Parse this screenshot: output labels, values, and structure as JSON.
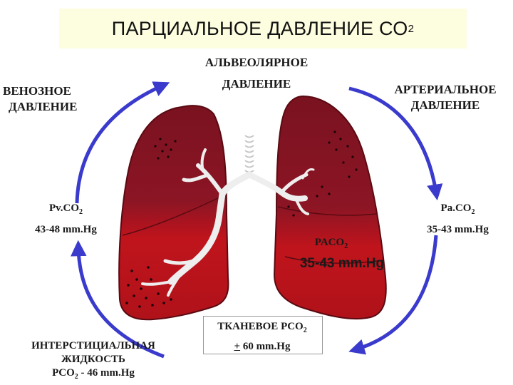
{
  "title": {
    "main": "ПАРЦИАЛЬНОЕ ДАВЛЕНИЕ СО",
    "sub": "2"
  },
  "labels": {
    "alveolar_line1": "АЛЬВЕОЛЯРНОЕ",
    "alveolar_line2": "ДАВЛЕНИЕ",
    "venous_line1": "ВЕНОЗНОЕ",
    "venous_line2": "ДАВЛЕНИЕ",
    "arterial_line1": "АРТЕРИАЛЬНОЕ",
    "arterial_line2": "ДАВЛЕНИЕ"
  },
  "values": {
    "venous_name": "Pv.CO",
    "venous_sub": "2",
    "venous_range": "43-48 mm.Hg",
    "arterial_name": "Pa.CO",
    "arterial_sub": "2",
    "arterial_range": "35-43 mm.Hg",
    "alveolar_name": "PACO",
    "alveolar_sub": "2",
    "alveolar_range": "35-43 mm.Hg",
    "tissue_line1": "ТКАНЕВОЕ PCO",
    "tissue_sub": "2",
    "tissue_plusminus": "+",
    "tissue_value": " 60 mm.Hg",
    "interstitial_line1": "ИНТЕРСТИЦИАЛЬНАЯ",
    "interstitial_line2": "ЖИДКОСТЬ",
    "interstitial_name": "PCO",
    "interstitial_sub": "2",
    "interstitial_value": " - 46 mm.Hg"
  },
  "colors": {
    "arrow": "#3a3acd",
    "lung_upper": "#8a1422",
    "lung_lower": "#c8161e",
    "lung_outline": "#5a0a12",
    "bronchi": "#eeeeee",
    "dots": "#1a0508"
  }
}
